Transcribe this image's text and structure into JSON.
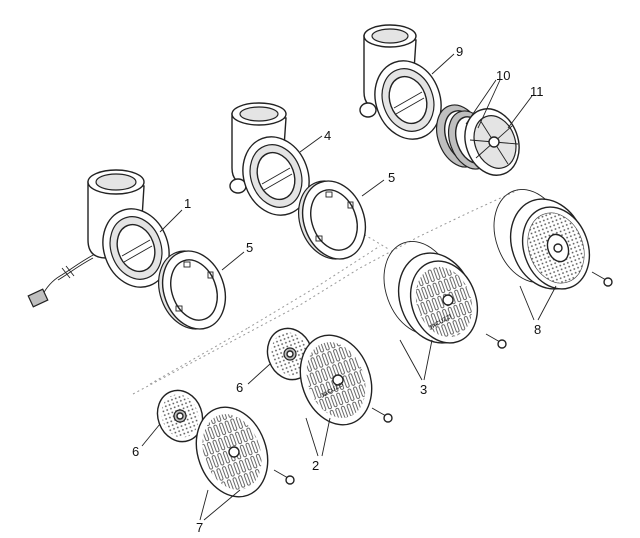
{
  "callouts": {
    "c1": "1",
    "c2": "2",
    "c3": "3",
    "c4": "4",
    "c5a": "5",
    "c5b": "5",
    "c6a": "6",
    "c6b": "6",
    "c7": "7",
    "c8": "8",
    "c9": "9",
    "c10": "10",
    "c11": "11"
  },
  "brand_marks": {
    "cover_2": "JACUZZI",
    "cover_3": "JACUZZI"
  }
}
